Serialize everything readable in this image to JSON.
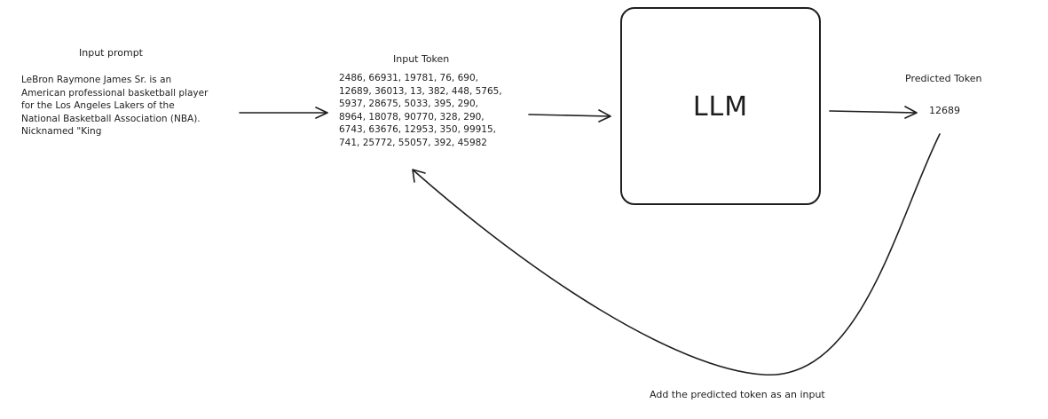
{
  "input_prompt": {
    "title": "Input prompt",
    "text": "LeBron Raymone James Sr. is an\nAmerican professional basketball player\nfor the Los Angeles Lakers of the\nNational Basketball Association (NBA).\nNicknamed \"King"
  },
  "input_token": {
    "title": "Input Token",
    "text": "2486, 66931, 19781, 76, 690,\n12689, 36013, 13, 382, 448, 5765,\n5937, 28675, 5033, 395, 290,\n8964, 18078, 90770, 328, 290,\n6743, 63676, 12953, 350, 99915,\n741, 25772, 55057, 392, 45982"
  },
  "llm": {
    "label": "LLM"
  },
  "predicted_token": {
    "title": "Predicted Token",
    "value": "12689"
  },
  "feedback": {
    "label": "Add the predicted token as an input"
  },
  "colors": {
    "stroke": "#1e1e1e",
    "background": "#ffffff"
  }
}
